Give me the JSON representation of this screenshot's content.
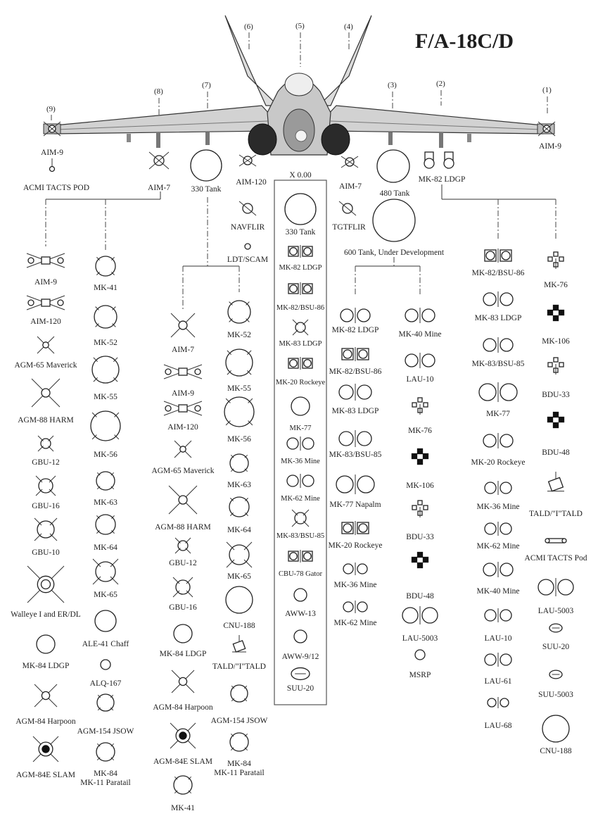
{
  "title": "F/A-18C/D",
  "stations": [
    "(1)",
    "(2)",
    "(3)",
    "(4)",
    "(5)",
    "(6)",
    "(7)",
    "(8)",
    "(9)"
  ],
  "aircraft": {
    "tip_left": [
      "AIM-9",
      "ACMI TACTS POD"
    ],
    "tip_right": [
      "AIM-9"
    ],
    "outboard_left": [
      "AIM-7"
    ],
    "inboard_left": [
      "330 Tank"
    ],
    "fuselage_left": [
      "AIM-120",
      "NAVFLIR",
      "LDT/SCAM"
    ],
    "fuselage_right": [
      "AIM-7",
      "TGTFLIR"
    ],
    "inboard_right": [
      "480 Tank",
      "600 Tank, Under Development"
    ],
    "outboard_right": [
      "MK-82 LDGP"
    ],
    "center_header": "X 0.00"
  },
  "columns": {
    "col_a": [
      "AIM-9",
      "AIM-120",
      "AGM-65 Maverick",
      "AGM-88 HARM",
      "GBU-12",
      "GBU-16",
      "GBU-10",
      "Walleye I and ER/DL",
      "MK-84 LDGP",
      "AGM-84 Harpoon",
      "AGM-84E SLAM"
    ],
    "col_b": [
      "MK-41",
      "MK-52",
      "MK-55",
      "MK-56",
      "MK-63",
      "MK-64",
      "MK-65",
      "ALE-41 Chaff",
      "ALQ-167",
      "AGM-154 JSOW",
      "MK-84",
      "MK-11 Paratail"
    ],
    "col_c": [
      "AIM-7",
      "AIM-9",
      "AIM-120",
      "AGM-65 Maverick",
      "AGM-88 HARM",
      "GBU-12",
      "GBU-16",
      "MK-84 LDGP",
      "AGM-84 Harpoon",
      "AGM-84E SLAM",
      "MK-41"
    ],
    "col_d": [
      "MK-52",
      "MK-55",
      "MK-56",
      "MK-63",
      "MK-64",
      "MK-65",
      "CNU-188",
      "TALD/\"I\"TALD",
      "AGM-154 JSOW",
      "MK-84",
      "MK-11 Paratail"
    ],
    "center": [
      "330 Tank",
      "MK-82 LDGP",
      "MK-82/BSU-86",
      "MK-83 LDGP",
      "MK-20 Rockeye",
      "MK-77",
      "MK-36 Mine",
      "MK-62 Mine",
      "MK-83/BSU-85",
      "CBU-78 Gator",
      "AWW-13",
      "AWW-9/12",
      "SUU-20"
    ],
    "col_f": [
      "MK-82 LDGP",
      "MK-82/BSU-86",
      "MK-83 LDGP",
      "MK-83/BSU-85",
      "MK-77 Napalm",
      "MK-20 Rockeye",
      "MK-36 Mine",
      "MK-62 Mine"
    ],
    "col_g": [
      "MK-40 Mine",
      "LAU-10",
      "MK-76",
      "MK-106",
      "BDU-33",
      "BDU-48",
      "LAU-5003",
      "MSRP"
    ],
    "col_h": [
      "MK-82/BSU-86",
      "MK-83 LDGP",
      "MK-83/BSU-85",
      "MK-77",
      "MK-20 Rockeye",
      "MK-36 Mine",
      "MK-62 Mine",
      "MK-40 Mine",
      "LAU-10",
      "LAU-61",
      "LAU-68"
    ],
    "col_i": [
      "MK-76",
      "MK-106",
      "BDU-33",
      "BDU-48",
      "TALD/\"I\"TALD",
      "ACMI TACTS Pod",
      "LAU-5003",
      "SUU-20",
      "SUU-5003",
      "CNU-188"
    ]
  }
}
